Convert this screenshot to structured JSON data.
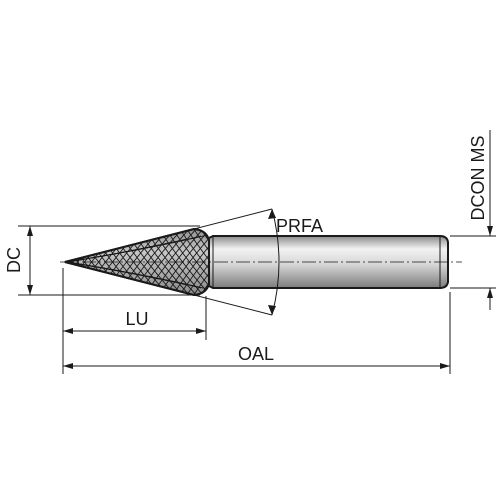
{
  "labels": {
    "dc": "DC",
    "prfa": "PRFA",
    "dcon_ms": "DCON MS",
    "lu": "LU",
    "oal": "OAL"
  },
  "colors": {
    "line": "#1a1a1a",
    "shank_light": "#f2f2f2",
    "shank_mid": "#bdbdbd",
    "shank_dark": "#8a8a8a",
    "head_fill": "#a9a9a9"
  }
}
